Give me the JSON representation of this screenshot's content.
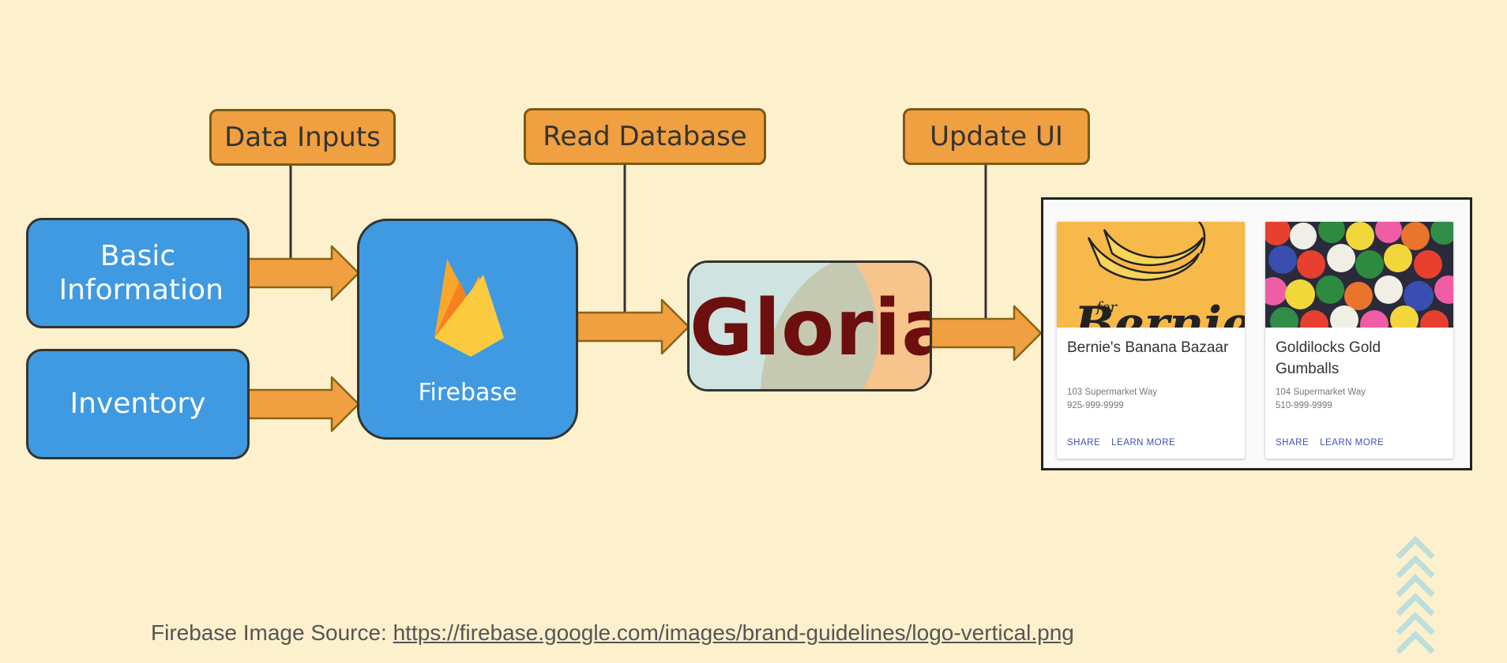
{
  "labels": {
    "data_inputs": "Data Inputs",
    "read_database": "Read Database",
    "update_ui": "Update UI"
  },
  "nodes": {
    "basic_information": "Basic Information",
    "inventory": "Inventory",
    "firebase": "Firebase",
    "gloria": "Gloria"
  },
  "ui_preview": {
    "cards": [
      {
        "title": "Bernie's Banana Bazaar",
        "address": "103 Supermarket Way",
        "phone": "925-999-9999",
        "share": "SHARE",
        "learn_more": "LEARN MORE",
        "image_text": "Bernie",
        "image_small_text": "for"
      },
      {
        "title": "Goldilocks Gold Gumballs",
        "address": "104 Supermarket Way",
        "phone": "510-999-9999",
        "share": "SHARE",
        "learn_more": "LEARN MORE"
      }
    ]
  },
  "footer": {
    "prefix": "Firebase Image Source: ",
    "link": "https://firebase.google.com/images/brand-guidelines/logo-vertical.png"
  },
  "colors": {
    "background": "#fdf0cc",
    "node_blue": "#3f9ae1",
    "label_orange": "#f0a040",
    "arrow_orange": "#f0a040",
    "gloria_text": "#6d0f0f"
  },
  "icons": {
    "firebase_logo": "firebase-flame-icon",
    "scroll_chevrons": "chevrons-up-icon"
  }
}
